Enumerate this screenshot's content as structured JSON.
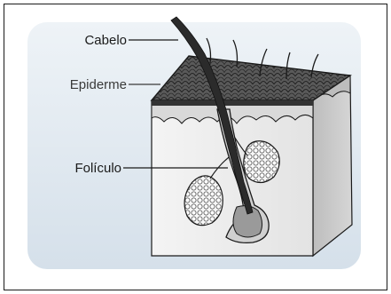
{
  "labels": {
    "hair": "Cabelo",
    "epidermis": "Epiderme",
    "follicle": "Folículo"
  },
  "colors": {
    "panel": "#dde6ee",
    "skin_surface": "#4a4a4a",
    "dermis_front": "#f2f2f2",
    "dermis_side": "#c9c9c9",
    "hair_shaft": "#2b2b2b",
    "outline": "#1a1a1a"
  }
}
